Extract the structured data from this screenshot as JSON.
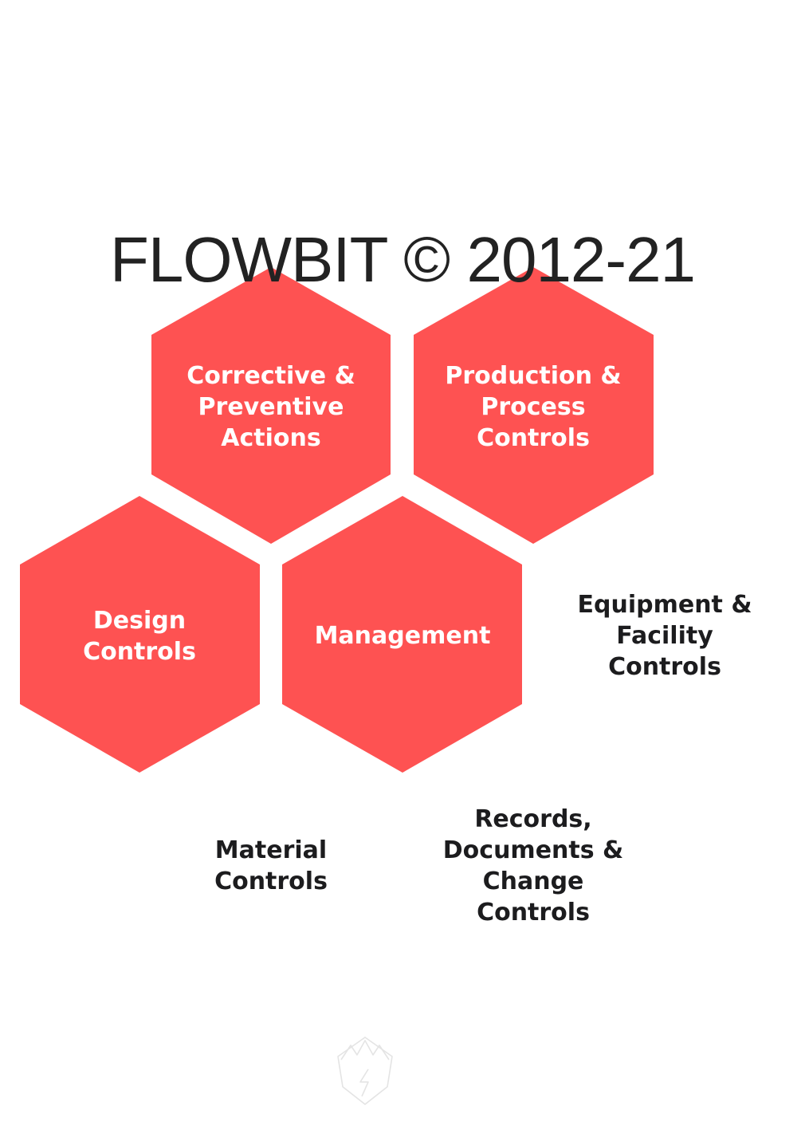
{
  "title": "FLOWBIT © 2012-21",
  "colors": {
    "hex_fill": "#fe5252",
    "hex_text": "#ffffff",
    "free_text": "#1c1c1e",
    "title_text": "#222222"
  },
  "hexagons": [
    {
      "id": "corrective",
      "label": "Corrective &\nPreventive\nActions"
    },
    {
      "id": "production",
      "label": "Production &\nProcess\nControls"
    },
    {
      "id": "design",
      "label": "Design\nControls"
    },
    {
      "id": "management",
      "label": "Management"
    }
  ],
  "free_labels": [
    {
      "id": "equipment",
      "label": "Equipment &\nFacility\nControls"
    },
    {
      "id": "material",
      "label": "Material\nControls"
    },
    {
      "id": "records",
      "label": "Records,\nDocuments &\nChange\nControls"
    }
  ],
  "watermark_icon": "mountain-lightning-logo-icon"
}
